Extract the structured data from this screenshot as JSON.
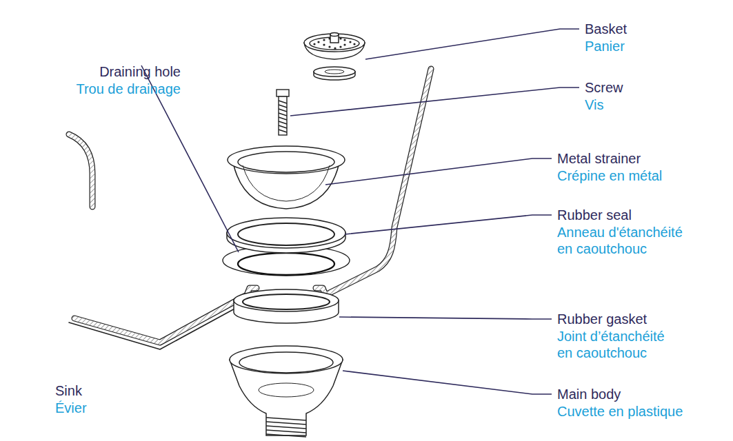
{
  "diagram": {
    "labels": [
      "Draining hole",
      "Trou de drainage",
      "Basket",
      "Panier",
      "Screw",
      "Vis",
      "Metal strainer",
      "Crépine en métal",
      "Rubber seal",
      "Anneau d'étanchéité en caoutchouc",
      "Rubber gasket",
      "Joint d’étanchéité en caoutchouc",
      "Sink",
      "Évier",
      "Main body",
      "Cuvette en plastique"
    ]
  }
}
